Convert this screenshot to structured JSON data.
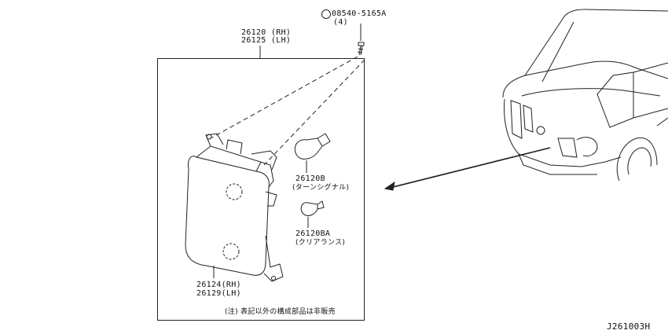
{
  "labels": {
    "lamp_assy_rh": "26120 (RH)",
    "lamp_assy_lh": "26125 (LH)",
    "screw_no": "08540-5165A",
    "screw_qty": "(4)",
    "bulb_turn_no": "26120B",
    "bulb_turn_name": "(ターンシグナル)",
    "bulb_clear_no": "26120BA",
    "bulb_clear_name": "(クリアランス)",
    "housing_rh": "26124(RH)",
    "housing_lh": "26129(LH)",
    "note": "(注) 表記以外の構成部品は非販売",
    "diagram_id": "J261003H"
  }
}
